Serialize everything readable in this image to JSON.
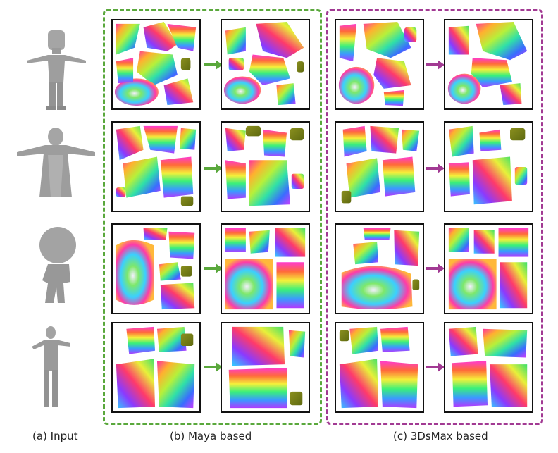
{
  "captions": {
    "input": "(a) Input",
    "maya": "(b) Maya based",
    "max": "(c) 3DsMax based"
  },
  "colors": {
    "maya_accent": "#5aa83c",
    "max_accent": "#a23a93",
    "tile_border": "#111111",
    "mesh_gray": "#9a9a9a"
  },
  "rows": [
    {
      "character": "t-pose-figure"
    },
    {
      "character": "coat-figure"
    },
    {
      "character": "big-head-figure"
    },
    {
      "character": "standing-figure"
    }
  ],
  "tiles_per_row": [
    "maya-before",
    "maya-after",
    "max-before",
    "max-after"
  ]
}
